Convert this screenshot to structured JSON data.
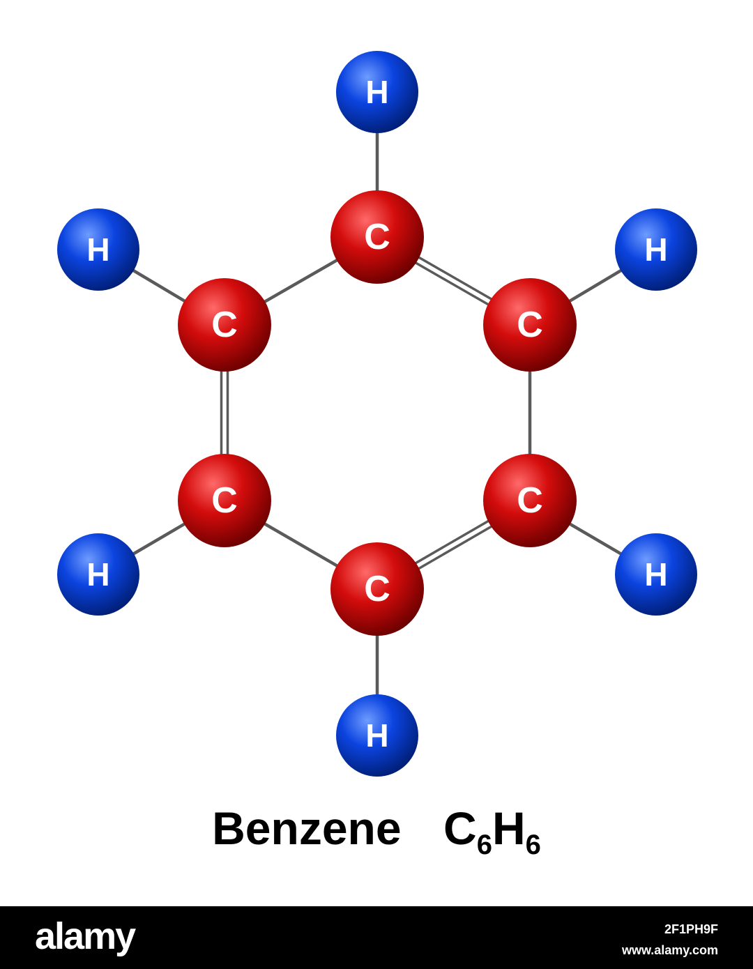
{
  "molecule": {
    "name": "Benzene",
    "formula": {
      "c_symbol": "C",
      "c_count": "6",
      "h_symbol": "H",
      "h_count": "6"
    },
    "atom_colors": {
      "carbon": "#d40c0c",
      "hydrogen": "#0c44e0",
      "bond": "#5a5a5a"
    },
    "atoms": [
      {
        "id": "c1",
        "element": "C",
        "label": "C"
      },
      {
        "id": "c2",
        "element": "C",
        "label": "C"
      },
      {
        "id": "c3",
        "element": "C",
        "label": "C"
      },
      {
        "id": "c4",
        "element": "C",
        "label": "C"
      },
      {
        "id": "c5",
        "element": "C",
        "label": "C"
      },
      {
        "id": "c6",
        "element": "C",
        "label": "C"
      },
      {
        "id": "h1",
        "element": "H",
        "label": "H"
      },
      {
        "id": "h2",
        "element": "H",
        "label": "H"
      },
      {
        "id": "h3",
        "element": "H",
        "label": "H"
      },
      {
        "id": "h4",
        "element": "H",
        "label": "H"
      },
      {
        "id": "h5",
        "element": "H",
        "label": "H"
      },
      {
        "id": "h6",
        "element": "H",
        "label": "H"
      }
    ],
    "bonds": [
      {
        "from": "c1",
        "to": "c2",
        "order": 1
      },
      {
        "from": "c2",
        "to": "c3",
        "order": 2
      },
      {
        "from": "c3",
        "to": "c4",
        "order": 1
      },
      {
        "from": "c4",
        "to": "c5",
        "order": 2
      },
      {
        "from": "c5",
        "to": "c6",
        "order": 1
      },
      {
        "from": "c6",
        "to": "c1",
        "order": 2
      },
      {
        "from": "c1",
        "to": "h1",
        "order": 1
      },
      {
        "from": "c2",
        "to": "h2",
        "order": 1
      },
      {
        "from": "c3",
        "to": "h3",
        "order": 1
      },
      {
        "from": "c4",
        "to": "h4",
        "order": 1
      },
      {
        "from": "c5",
        "to": "h5",
        "order": 1
      },
      {
        "from": "c6",
        "to": "h6",
        "order": 1
      }
    ]
  },
  "footer": {
    "logo": "alamy",
    "image_id": "2F1PH9F",
    "site": "www.alamy.com"
  }
}
